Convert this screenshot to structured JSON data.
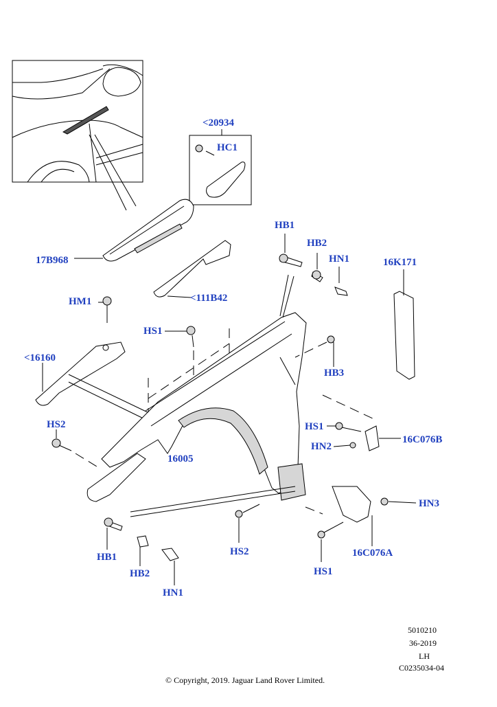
{
  "labels": {
    "ref_20934": "<20934",
    "hc1": "HC1",
    "hb1_top": "HB1",
    "hb2_top": "HB2",
    "hn1_top": "HN1",
    "p16k171": "16K171",
    "p17b968": "17B968",
    "p111b42": "<111B42",
    "hm1": "HM1",
    "hs1_top": "HS1",
    "hb3": "HB3",
    "p16160": "<16160",
    "hs2_left": "HS2",
    "p16005": "16005",
    "hs1_right": "HS1",
    "hn2": "HN2",
    "p16c076b": "16C076B",
    "hn3": "HN3",
    "hb1_bottom": "HB1",
    "hb2_bottom": "HB2",
    "hn1_bottom": "HN1",
    "hs2_bottom": "HS2",
    "p16c076a": "16C076A",
    "hs1_bottom": "HS1"
  },
  "meta": {
    "code1": "5010210",
    "code2": "36-2019",
    "side": "LH",
    "code3": "C0235034-04",
    "copyright": "© Copyright, 2019. Jaguar Land Rover Limited."
  },
  "colors": {
    "label": "#1f3fbf",
    "line": "#000000",
    "background": "#ffffff"
  }
}
